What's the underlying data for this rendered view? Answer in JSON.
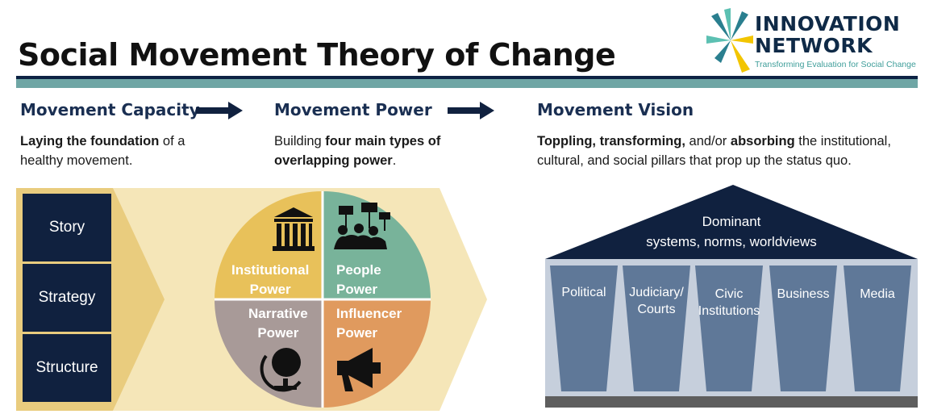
{
  "title": "Social Movement Theory of Change",
  "logo": {
    "line1": "INNOVATION",
    "line2": "NETWORK",
    "tagline": "Transforming Evaluation for Social Change",
    "colors": [
      "#2a7f8f",
      "#5cc0b2",
      "#f2c500"
    ]
  },
  "columns": {
    "capacity": {
      "heading": "Movement Capacity",
      "desc_bold": "Laying the foundation",
      "desc_rest": " of a healthy movement."
    },
    "power": {
      "heading": "Movement Power",
      "desc_pre": "Building ",
      "desc_bold": "four main types of overlapping power",
      "desc_post": "."
    },
    "vision": {
      "heading": "Movement Vision",
      "desc_b1": "Toppling, transforming,",
      "desc_t1": " and/or ",
      "desc_b2": "absorbing",
      "desc_t2": " the institutional, cultural, and social pillars that prop up the status quo."
    }
  },
  "capacity_items": [
    "Story",
    "Strategy",
    "Structure"
  ],
  "power_quadrants": {
    "institutional": {
      "line1": "Institutional",
      "line2": "Power",
      "color": "#e8c15a",
      "icon": "institution-icon"
    },
    "people": {
      "line1": "People",
      "line2": "Power",
      "color": "#78b39a",
      "icon": "protest-icon"
    },
    "narrative": {
      "line1": "Narrative",
      "line2": "Power",
      "color": "#a89a98",
      "icon": "globe-icon"
    },
    "influencer": {
      "line1": "Influencer",
      "line2": "Power",
      "color": "#e09a5e",
      "icon": "megaphone-icon"
    }
  },
  "vision_roof": {
    "line1": "Dominant",
    "line2": "systems, norms, worldviews"
  },
  "pillars": [
    {
      "line1": "Political",
      "line2": ""
    },
    {
      "line1": "Judiciary/",
      "line2": "Courts"
    },
    {
      "line1": "Civic",
      "line2": "Institutions"
    },
    {
      "line1": "Business",
      "line2": ""
    },
    {
      "line1": "Media",
      "line2": ""
    }
  ],
  "colors": {
    "navy": "#10213f",
    "teal_rule": "#6fa6a5",
    "chevron_light": "#f5e6b8",
    "chevron_dark": "#e9cc7e",
    "pillar": "#5f7898",
    "temple_bg": "#c6cfdc",
    "base": "#5e5e5e"
  }
}
